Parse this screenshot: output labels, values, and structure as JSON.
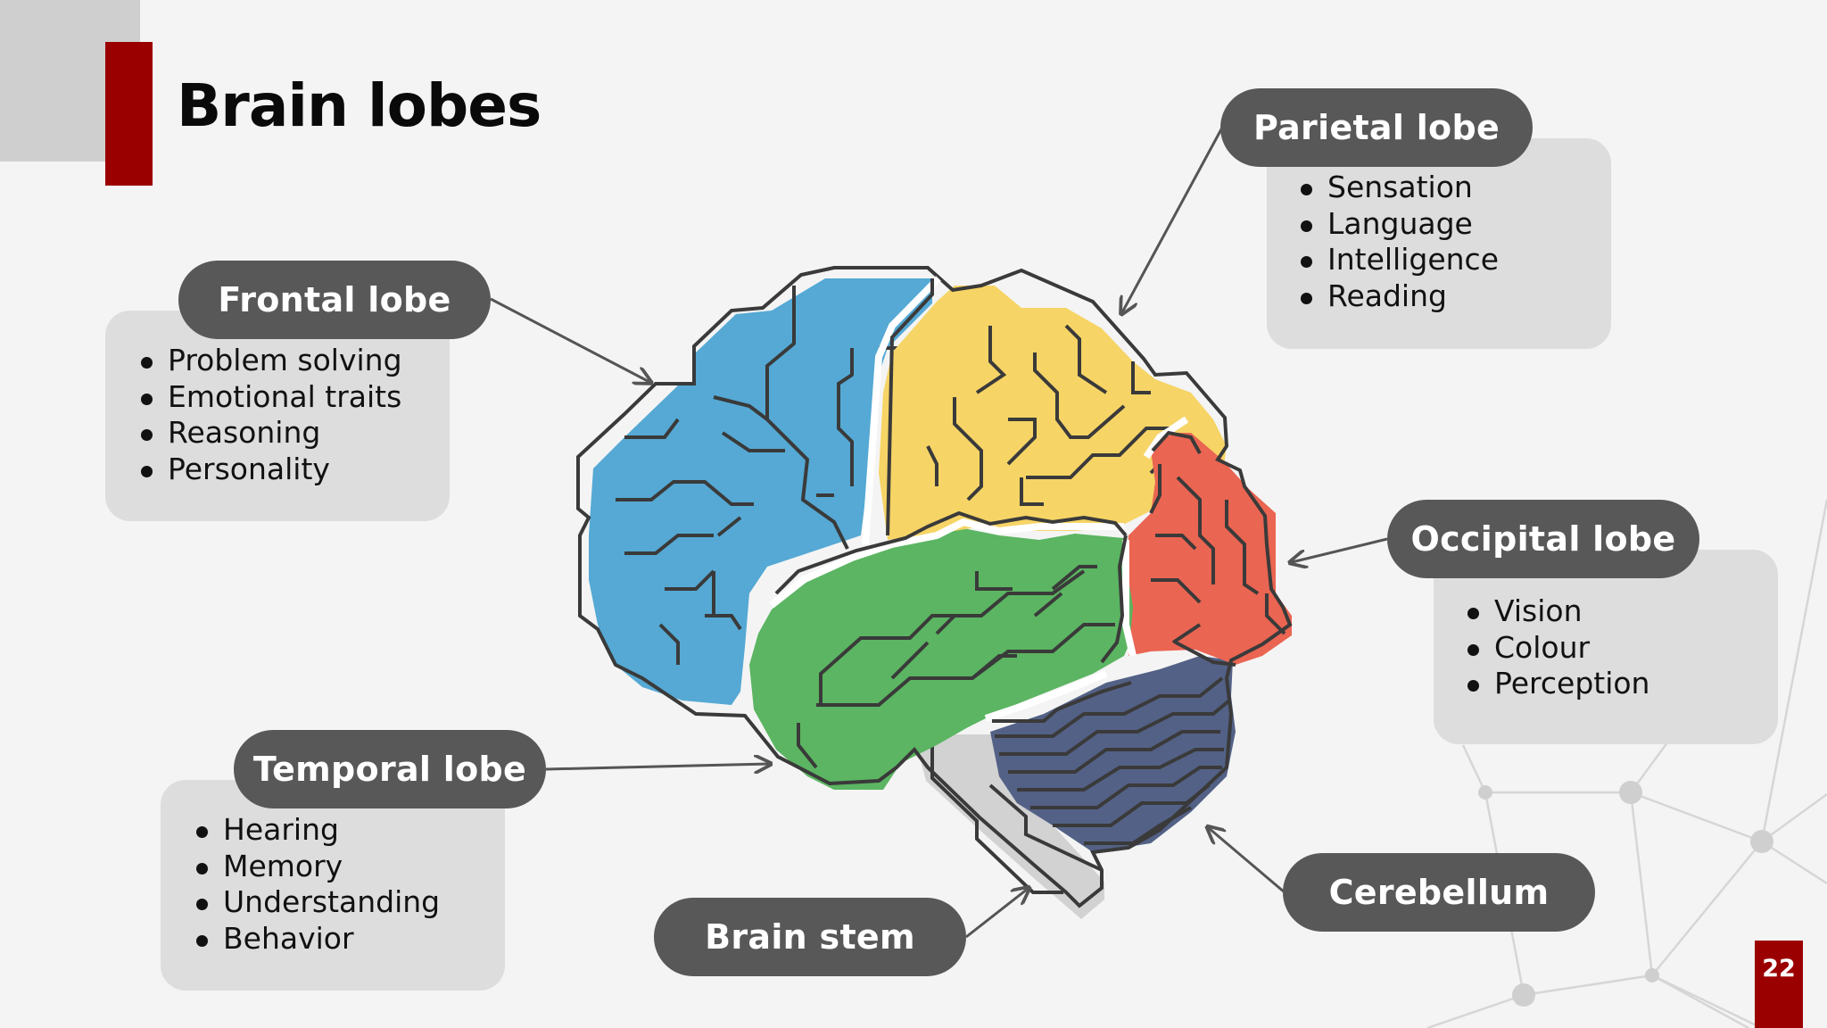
{
  "slide": {
    "title": "Brain lobes",
    "page_number": "22"
  },
  "lobes": {
    "frontal": {
      "name": "Frontal lobe",
      "color": "#55a9d4",
      "items": [
        "Problem solving",
        "Emotional traits",
        "Reasoning",
        "Personality"
      ]
    },
    "parietal": {
      "name": "Parietal lobe",
      "color": "#f6d466",
      "items": [
        "Sensation",
        "Language",
        "Intelligence",
        "Reading"
      ]
    },
    "occipital": {
      "name": "Occipital lobe",
      "color": "#ea6552",
      "items": [
        "Vision",
        "Colour",
        "Perception"
      ]
    },
    "temporal": {
      "name": "Temporal lobe",
      "color": "#5bb562",
      "items": [
        "Hearing",
        "Memory",
        "Understanding",
        "Behavior"
      ]
    },
    "cerebellum": {
      "name": "Cerebellum",
      "color": "#536186"
    },
    "brain_stem": {
      "name": "Brain stem",
      "color": "#d2d2d2"
    }
  },
  "colors": {
    "accent": "#9b0000",
    "pill": "#585858",
    "box": "#dddddd",
    "outline": "#3a3a3a"
  }
}
